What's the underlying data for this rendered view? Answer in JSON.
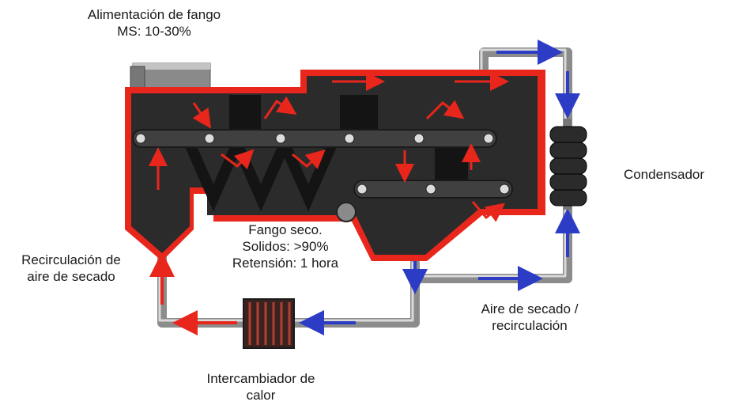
{
  "labels": {
    "feed": [
      "Alimentación de fango",
      "MS: 10-30%"
    ],
    "condenser": [
      "Condensador"
    ],
    "recirculation": [
      "Recirculación de",
      "aire de secado"
    ],
    "dried_sludge": [
      "Fango seco.",
      "Solidos: >90%",
      "Retensión: 1 hora"
    ],
    "drying_air": [
      "Aire de secado /",
      "recirculación"
    ],
    "heat_exchanger": [
      "Intercambiador de",
      "calor"
    ]
  },
  "colors": {
    "housing": "#e8261c",
    "interior": "#2b2b2b",
    "belt": "#404040",
    "pipe": "#9a9a9a",
    "hot_air": "#e8261c",
    "cold_air": "#2c3cc4"
  }
}
